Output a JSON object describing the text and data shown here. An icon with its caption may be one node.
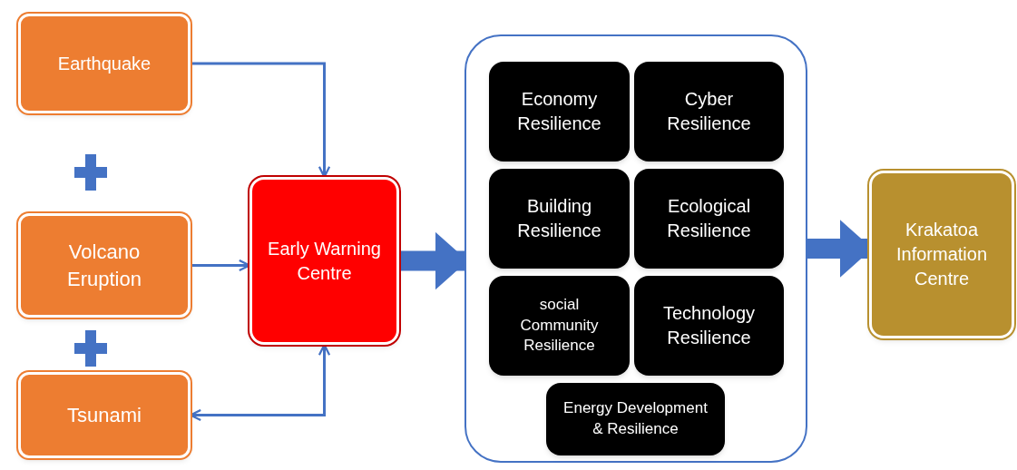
{
  "diagram": {
    "nodes": [
      {
        "text": [
          "Earthquake"
        ]
      },
      {
        "text": [
          "Volcano Eruption"
        ]
      },
      {
        "text": [
          "Tsunami"
        ]
      },
      {
        "text": [
          "Early Warning Centre"
        ]
      },
      {
        "text": [],
        "shape": "box"
      },
      {
        "text": [
          "Economy Resilience"
        ],
        "in": 4
      },
      {
        "text": [
          "Cyber Resilience"
        ],
        "in": 4
      },
      {
        "text": [
          "Building Resilience"
        ],
        "in": 4
      },
      {
        "text": [
          "Ecological Resilience"
        ],
        "in": 4
      },
      {
        "text": [
          "social Community Resilience"
        ],
        "in": 4
      },
      {
        "text": [
          "Technology Resilience"
        ],
        "in": 4
      },
      {
        "text": [
          "Energy Development & Resilience"
        ],
        "in": 4
      },
      {
        "text": [
          "Krakatoa Information Centre"
        ]
      }
    ],
    "edges": [
      {
        "from": 0,
        "to": 3,
        "arrow": "to"
      },
      {
        "from": 1,
        "to": 3,
        "arrow": "to"
      },
      {
        "from": 2,
        "to": 3,
        "arrow": "both"
      },
      {
        "from": 3,
        "to": 4,
        "arrow": "to",
        "style": "thick"
      },
      {
        "from": 4,
        "to": 12,
        "arrow": "to",
        "style": "thick"
      }
    ]
  }
}
